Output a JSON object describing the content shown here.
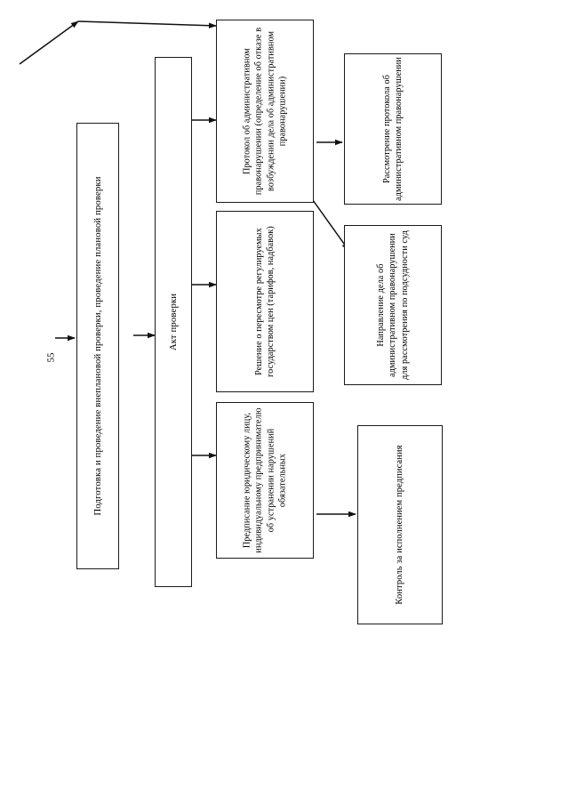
{
  "page": {
    "number": "55",
    "orientation": "rotated-90-ccw",
    "background_color": "#ffffff",
    "line_color": "#1a1a1a"
  },
  "diagram": {
    "type": "flowchart",
    "language": "ru",
    "nodes": [
      {
        "id": "n1",
        "label": "Подготовка и проведение внеплановой проверки, проведение плановой проверки",
        "column": 1
      },
      {
        "id": "n2",
        "label": "Акт проверки",
        "column": 2
      },
      {
        "id": "n3",
        "label": "Протокол об административном правонарушении (определение об отказе в возбуждении дела об административном правонарушении)",
        "column": 3
      },
      {
        "id": "n4",
        "label": "Решение  о пересмотре регулируемых государством цен (тарифов, надбавок)",
        "column": 3
      },
      {
        "id": "n5",
        "label": "Предписание юридическому лицу, индивидуальному предпринимателю об устранении нарушений обязательных",
        "column": 3
      },
      {
        "id": "n6",
        "label": "Рассмотрение протокола об административном правонарушении",
        "column": 4
      },
      {
        "id": "n7",
        "label": "Направление дела об административном правонарушении для рассмотрения по подсудности суд",
        "column": 4
      },
      {
        "id": "n8",
        "label": "Контроль за исполнением предписания",
        "column": 4
      }
    ],
    "edges": [
      {
        "from": "external",
        "to": "n1",
        "style": "straight"
      },
      {
        "from": "external-diagonal",
        "to": "top-rail",
        "style": "diagonal"
      },
      {
        "from": "top-rail",
        "to": "n3",
        "style": "straight"
      },
      {
        "from": "n1",
        "to": "n2",
        "style": "straight"
      },
      {
        "from": "n2",
        "to": "n3",
        "style": "straight"
      },
      {
        "from": "n2",
        "to": "n4",
        "style": "straight"
      },
      {
        "from": "n2",
        "to": "n5",
        "style": "straight"
      },
      {
        "from": "n3",
        "to": "n6",
        "style": "straight"
      },
      {
        "from": "n3",
        "to": "n7",
        "style": "diagonal"
      },
      {
        "from": "n5",
        "to": "n8",
        "style": "straight"
      }
    ]
  }
}
